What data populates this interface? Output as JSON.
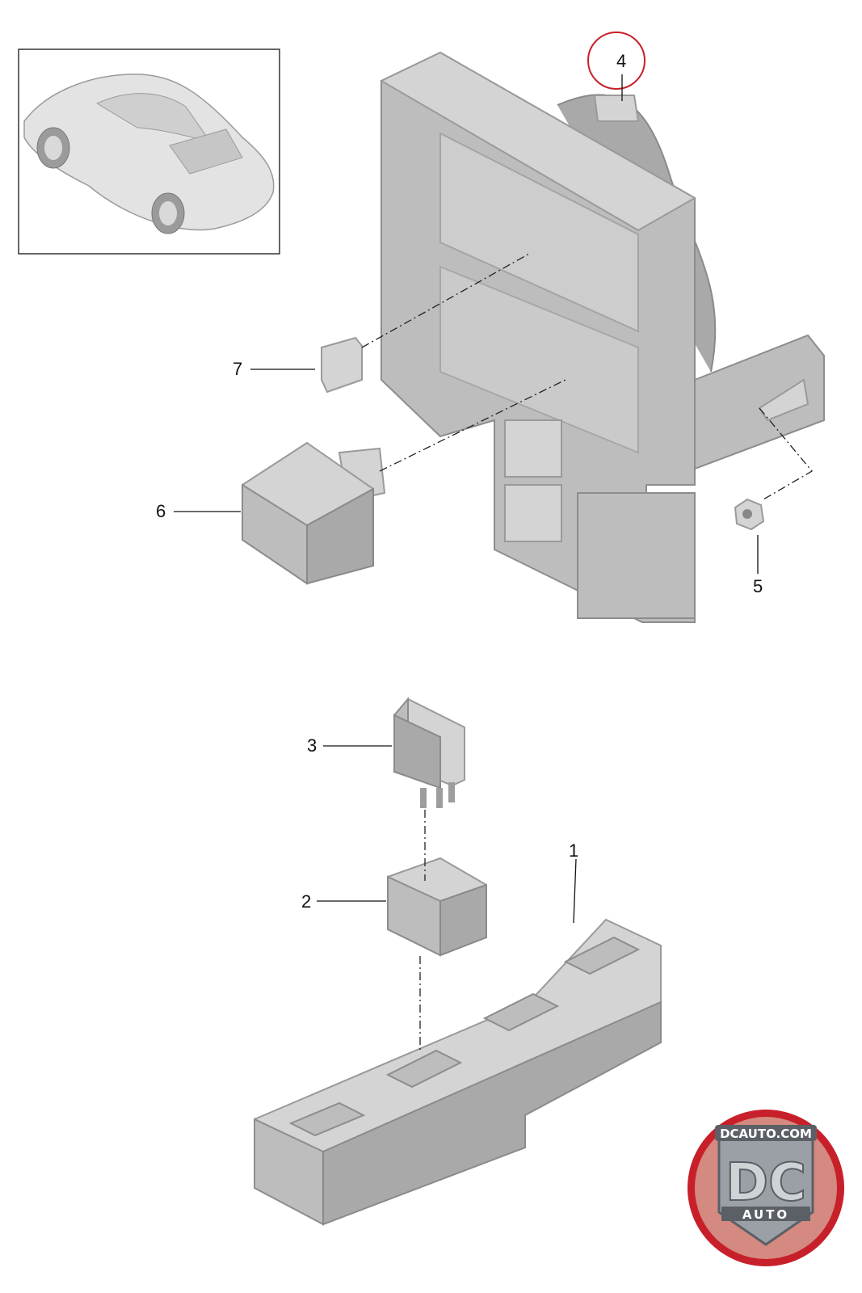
{
  "diagram": {
    "callouts": [
      {
        "id": "1",
        "label": "1"
      },
      {
        "id": "2",
        "label": "2"
      },
      {
        "id": "3",
        "label": "3"
      },
      {
        "id": "4",
        "label": "4",
        "highlighted": true
      },
      {
        "id": "5",
        "label": "5"
      },
      {
        "id": "6",
        "label": "6"
      },
      {
        "id": "7",
        "label": "7"
      }
    ],
    "highlight_color": "#c8202a",
    "part_color": "#bdbdbd"
  },
  "watermark": {
    "top_text": "DCAUTO.COM",
    "main_text": "DC",
    "bottom_text": "AUTO",
    "ring_color": "#c8202a"
  }
}
